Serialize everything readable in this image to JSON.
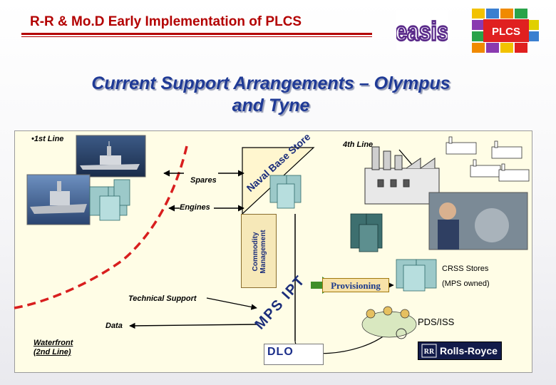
{
  "header": {
    "title": "R-R & Mo.D Early Implementation of PLCS"
  },
  "logos": {
    "easis": "easis",
    "plcs": "PLCS",
    "dlo": "DLO",
    "rolls_royce": "Rolls-Royce",
    "rr_badge": "RR"
  },
  "slide": {
    "title_line1": "Current Support Arrangements – Olympus",
    "title_line2": "and Tyne"
  },
  "diagram": {
    "line1": "•1st Line",
    "line4": "4th Line",
    "spares": "Spares",
    "engines": "Engines",
    "naval_base_store": "Naval Base Store",
    "commodity_line1": "Commodity",
    "commodity_line2": "Management",
    "technical_support": "Technical Support",
    "data": "Data",
    "waterfront_line1": "Waterfront",
    "waterfront_line2": "(2nd Line)",
    "mps_ipt": "MPS IPT",
    "provisioning": "Provisioning",
    "crss_stores": "CRSS Stores",
    "mps_owned": "(MPS owned)",
    "pds_iss": "PDS/ISS"
  },
  "colors": {
    "header_red": "#b30000",
    "title_blue": "#1f3a96",
    "panel_bg": "#fffde6",
    "boundary_red": "#d81e1e",
    "arrow_green": "#3e8f2a"
  }
}
